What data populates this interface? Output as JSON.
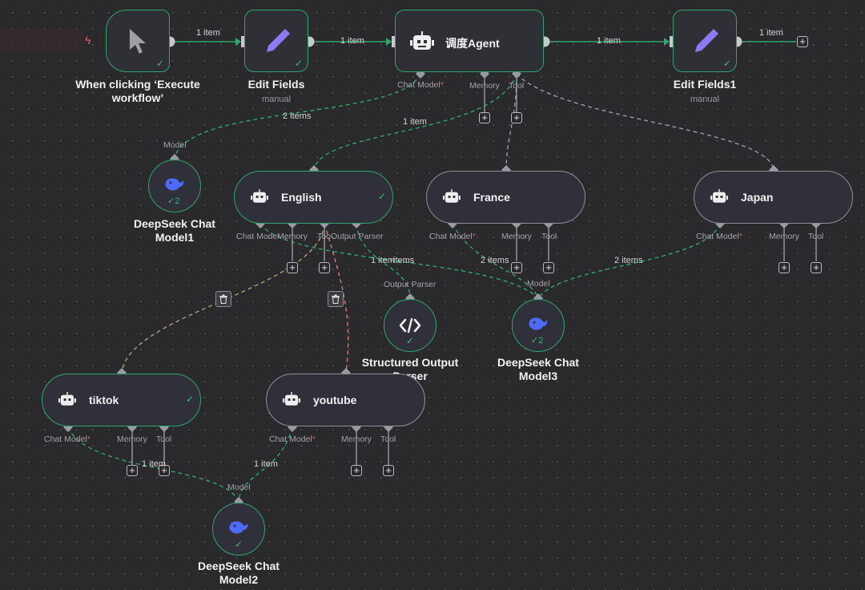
{
  "connections": {
    "trigger_to_edit": "1 item",
    "edit_to_agent": "1 item",
    "agent_to_edit1": "1 item",
    "edit1_out": "1 item",
    "agent_model": "2 items",
    "agent_tool": "1 item",
    "english_memory": "1 item",
    "english_out": "items",
    "france_model": "2 items",
    "japan_model": "2 items",
    "tiktok_model": "1 item",
    "youtube_model": "1 item"
  },
  "nodes": {
    "trigger": {
      "title": "When clicking ‘Execute workflow’"
    },
    "edit_fields": {
      "title": "Edit Fields",
      "subtitle": "manual"
    },
    "agent": {
      "title": "调度Agent",
      "ports": {
        "chat_model": "Chat Model",
        "memory": "Memory",
        "tool": "Tool"
      }
    },
    "edit_fields1": {
      "title": "Edit Fields1",
      "subtitle": "manual"
    },
    "deepseek1": {
      "title": "DeepSeek Chat Model1",
      "port": "Model",
      "count": "2"
    },
    "english": {
      "title": "English",
      "ports": {
        "chat_model": "Chat Mode",
        "memory": "Memory",
        "tool": "Too",
        "output_parser": "Output Parser"
      }
    },
    "france": {
      "title": "France",
      "ports": {
        "chat_model": "Chat Model",
        "memory": "Memory",
        "tool": "Tool"
      }
    },
    "japan": {
      "title": "Japan",
      "ports": {
        "chat_model": "Chat Model",
        "memory": "Memory",
        "tool": "Tool"
      }
    },
    "parser": {
      "title": "Structured Output Parser",
      "port": "Output Parser"
    },
    "deepseek3": {
      "title": "DeepSeek Chat Model3",
      "port": "Model",
      "count": "2"
    },
    "tiktok": {
      "title": "tiktok",
      "ports": {
        "chat_model": "Chat Model",
        "memory": "Memory",
        "tool": "Tool"
      }
    },
    "youtube": {
      "title": "youtube",
      "ports": {
        "chat_model": "Chat Model",
        "memory": "Memory",
        "tool": "Tool"
      }
    },
    "deepseek2": {
      "title": "DeepSeek Chat Model2",
      "port": "Model"
    }
  },
  "symbols": {
    "required": "*",
    "plus": "+",
    "check": "✓",
    "bolt": "ϟ"
  },
  "colors": {
    "success": "#2fa66a",
    "wire_default": "#8f8f97",
    "required": "#e05a5a",
    "trigger": "#ff5b5b",
    "deepseek": "#4d6bfe",
    "edit_icon": "#8b7cf6"
  },
  "icons": [
    "cursor-pointer-icon",
    "pencil-icon",
    "robot-icon",
    "deepseek-whale-icon",
    "code-brackets-icon",
    "trash-icon",
    "plus-icon",
    "check-icon",
    "lightning-icon"
  ]
}
